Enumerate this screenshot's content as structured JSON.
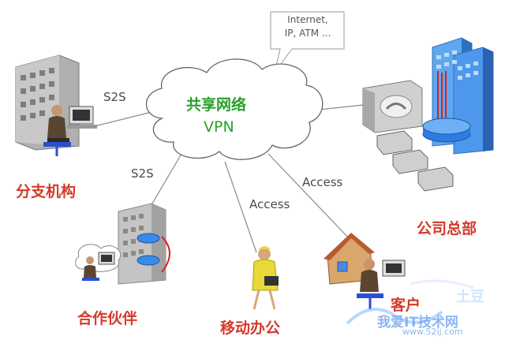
{
  "cloud": {
    "title": "共享网络",
    "subtitle": "VPN"
  },
  "callout": {
    "line1": "Internet,",
    "line2": "IP, ATM ..."
  },
  "nodes": {
    "branch": "分支机构",
    "partner": "合作伙伴",
    "mobile": "移动办公",
    "customer": "客户",
    "hq": "公司总部"
  },
  "links": {
    "branch": "S2S",
    "partner": "S2S",
    "mobile": "Access",
    "customer": "Access"
  },
  "watermark": {
    "main": "我爱IT技术网",
    "site": "www.52ij.com",
    "corner": "土豆"
  },
  "colors": {
    "label_cn": "#d43a2a",
    "cloud_text": "#2aa02a",
    "building": "#a8a8a8",
    "hq_glass": "#3d8fe8"
  }
}
